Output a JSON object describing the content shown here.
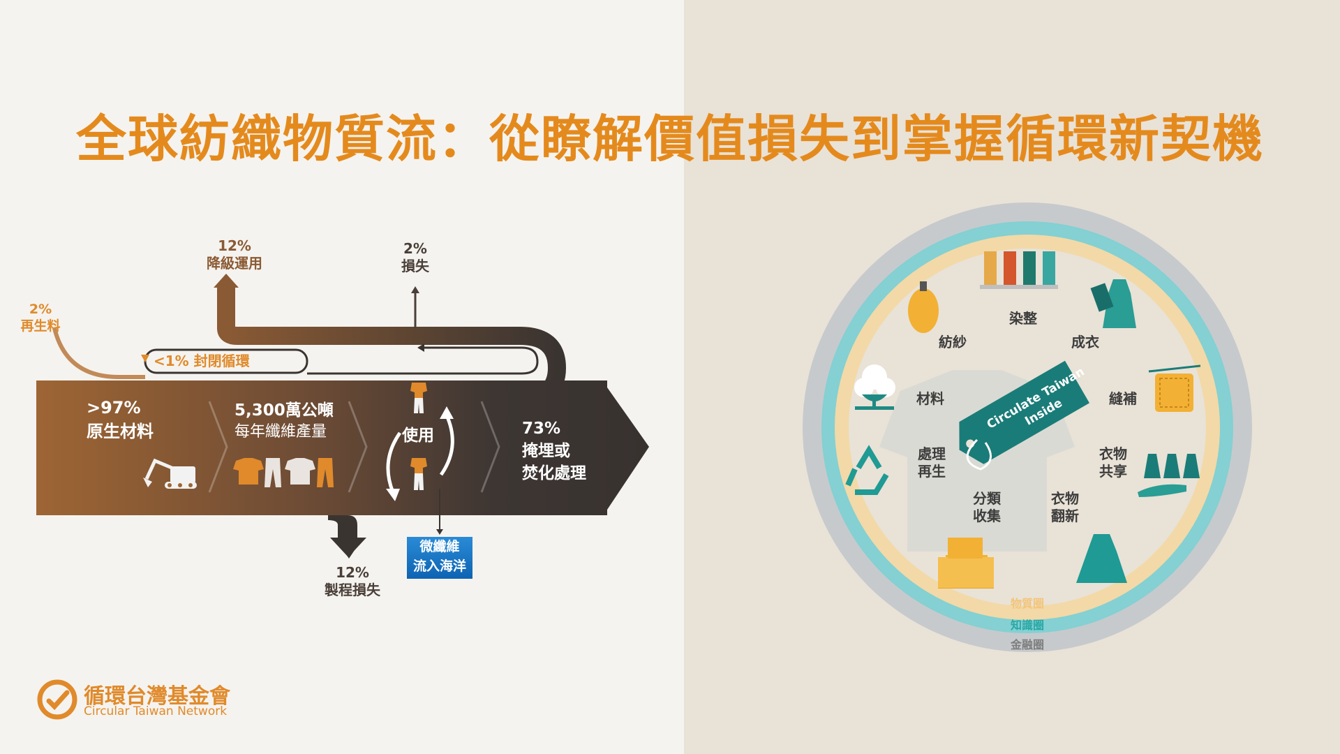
{
  "title": "全球紡織物質流：從瞭解價值損失到掌握循環新契機",
  "left": {
    "recycled": {
      "pct": "2%",
      "label": "再生料"
    },
    "downcycle": {
      "pct": "12%",
      "label": "降級運用"
    },
    "loss_top": {
      "pct": "2%",
      "label": "損失"
    },
    "closed_loop": "<1% 封閉循環",
    "raw": {
      "pct": ">97%",
      "label": "原生材料"
    },
    "production": {
      "amount": "5,300萬公噸",
      "label": "每年纖維產量"
    },
    "use": "使用",
    "landfill": {
      "pct": "73%",
      "label1": "掩埋或",
      "label2": "焚化處理"
    },
    "microfiber": {
      "line1": "微纖維",
      "line2": "流入海洋"
    },
    "process_loss": {
      "pct": "12%",
      "label": "製程損失"
    }
  },
  "logo": {
    "name_zh": "循環台灣基金會",
    "name_en": "Circular Taiwan Network"
  },
  "right": {
    "tag": {
      "line1": "Circulate Taiwan",
      "line2": "Inside"
    },
    "stages": {
      "dyeing": "染整",
      "spinning": "紡紗",
      "garment": "成衣",
      "material": "材料",
      "repair": "縫補",
      "sharing1": "衣物",
      "sharing2": "共享",
      "recycle1": "處理",
      "recycle2": "再生",
      "collect1": "分類",
      "collect2": "收集",
      "refurbish1": "衣物",
      "refurbish2": "翻新"
    },
    "rings": {
      "material": "物質圈",
      "knowledge": "知識圈",
      "finance": "金融圈"
    }
  },
  "colors": {
    "title": "#e48a1d",
    "brown": "#8a5a34",
    "dark_flow": "#3a3431",
    "teal": "#1a7c78",
    "ring_outer": "#c9cdd0",
    "ring_mid": "#84d0d2",
    "ring_inner": "#f3d9a8"
  }
}
